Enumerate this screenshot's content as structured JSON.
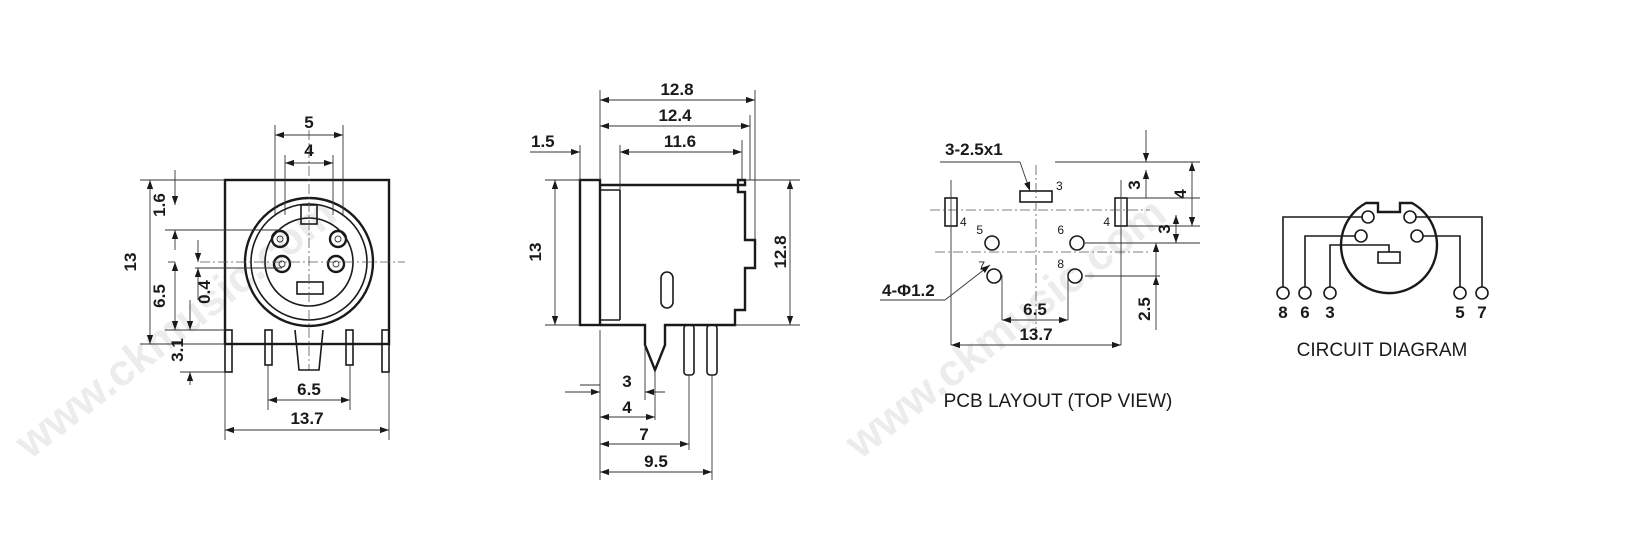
{
  "watermark": "www.ckmusic.com",
  "front_view": {
    "dims": {
      "w5": "5",
      "w4": "4",
      "h1_6": "1.6",
      "h13": "13",
      "h6_5": "6.5",
      "h0_4": "0.4",
      "h3_1": "3.1",
      "w6_5": "6.5",
      "w13_7": "13.7"
    }
  },
  "side_view": {
    "dims": {
      "d12_8": "12.8",
      "d12_4": "12.4",
      "d11_6": "11.6",
      "d1_5": "1.5",
      "h13": "13",
      "h12_8": "12.8",
      "d3": "3",
      "d4": "4",
      "d7": "7",
      "d9_5": "9.5"
    }
  },
  "pcb_layout": {
    "caption": "PCB LAYOUT (TOP VIEW)",
    "slot_note": "3-2.5x1",
    "hole_note": "4-Φ1.2",
    "pin_labels": {
      "p3": "3",
      "p4a": "4",
      "p4b": "4",
      "p5": "5",
      "p6": "6",
      "p7": "7",
      "p8": "8"
    },
    "dims": {
      "v3a": "3",
      "v4": "4",
      "v3b": "3",
      "v2_5": "2.5",
      "h6_5": "6.5",
      "h13_7": "13.7"
    }
  },
  "circuit_diagram": {
    "caption": "CIRCUIT DIAGRAM",
    "pins": [
      "8",
      "6",
      "3",
      "5",
      "7"
    ]
  }
}
